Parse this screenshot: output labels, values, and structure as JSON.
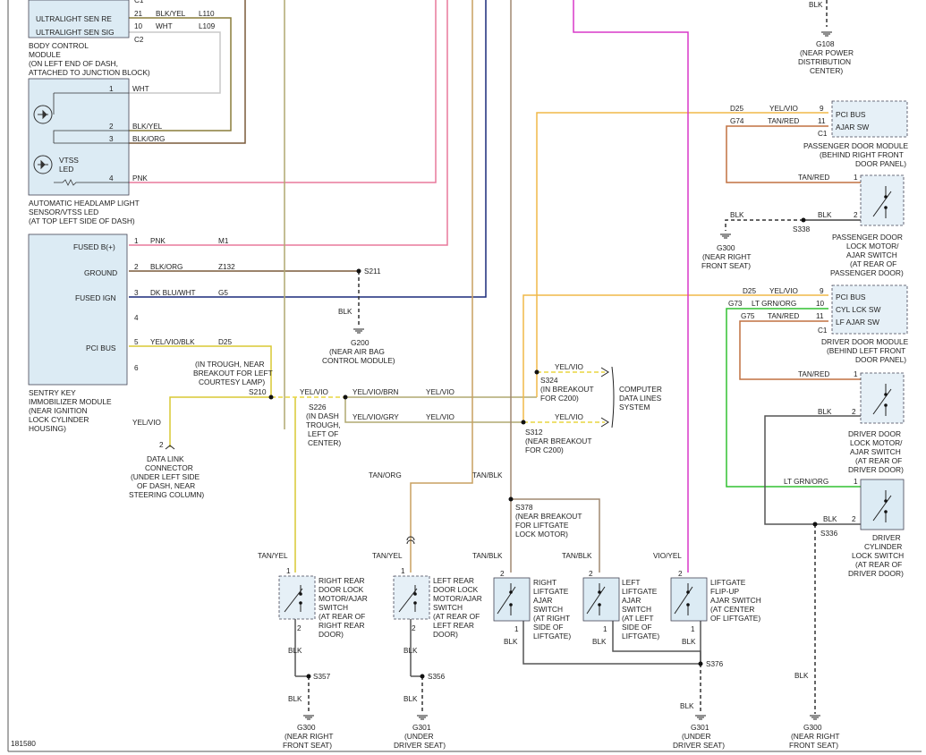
{
  "bcm": {
    "rows": [
      "ULTRALIGHT SEN RE",
      "ULTRALIGHT SEN SIG"
    ],
    "conn": [
      "C1",
      "C2"
    ],
    "pins": [
      "21",
      "10"
    ],
    "wires": [
      "BLK/YEL",
      "WHT"
    ],
    "circuits": [
      "L110",
      "L109"
    ],
    "title": [
      "BODY CONTROL",
      "MODULE",
      "(ON LEFT END OF DASH,",
      "ATTACHED TO JUNCTION BLOCK)"
    ]
  },
  "sensor": {
    "vtss": [
      "VTSS",
      "LED"
    ],
    "pins": [
      "1",
      "2",
      "3",
      "4"
    ],
    "wires": [
      "WHT",
      "BLK/YEL",
      "BLK/ORG",
      "PNK"
    ],
    "title": [
      "AUTOMATIC HEADLAMP LIGHT",
      "SENSOR/VTSS LED",
      "(AT TOP LEFT SIDE OF DASH)"
    ]
  },
  "skim": {
    "labels": [
      "FUSED B(+)",
      "GROUND",
      "FUSED IGN",
      "PCI BUS"
    ],
    "pins": [
      "1",
      "2",
      "3",
      "4",
      "5",
      "6"
    ],
    "wires": [
      "PNK",
      "BLK/ORG",
      "DK BLU/WHT",
      "YEL/VIO/BLK"
    ],
    "circuits": [
      "M1",
      "Z132",
      "G5",
      "D25"
    ],
    "title": [
      "SENTRY KEY",
      "IMMOBILIZER MODULE",
      "(NEAR IGNITION",
      "LOCK CYLINDER",
      "HOUSING)"
    ]
  },
  "g108": {
    "wire": "BLK",
    "name": "G108",
    "desc": [
      "(NEAR POWER",
      "DISTRIBUTION",
      "CENTER)"
    ]
  },
  "s211": {
    "name": "S211",
    "wire": "BLK",
    "ground": "G200",
    "desc": [
      "(NEAR AIR BAG",
      "CONTROL MODULE)"
    ]
  },
  "s210": {
    "note": [
      "(IN TROUGH, NEAR",
      "BREAKOUT FOR LEFT",
      "COURTESY LAMP)"
    ],
    "name": "S210"
  },
  "dlc": {
    "wire": "YEL/VIO",
    "pin": "2",
    "title": [
      "DATA LINK",
      "CONNECTOR",
      "(UNDER LEFT SIDE",
      "OF DASH, NEAR",
      "STEERING COLUMN)"
    ]
  },
  "s226": {
    "name": "S226",
    "desc": [
      "(IN DASH",
      "TROUGH,",
      "LEFT OF",
      "CENTER)"
    ]
  },
  "bus": {
    "w1": "YEL/VIO",
    "w2": "YEL/VIO/BRN",
    "w3": "YEL/VIO",
    "w4": "YEL/VIO/GRY",
    "w5": "YEL/VIO",
    "w6": "YEL/VIO",
    "w7": "YEL/VIO"
  },
  "s324": {
    "name": "S324",
    "desc": [
      "(IN BREAKOUT",
      "FOR C200)"
    ]
  },
  "s312": {
    "name": "S312",
    "desc": [
      "(NEAR BREAKOUT",
      "FOR C200)"
    ]
  },
  "cdl": [
    "COMPUTER",
    "DATA LINES",
    "SYSTEM"
  ],
  "pdm": {
    "circuits": [
      "D25",
      "G74"
    ],
    "wires": [
      "YEL/VIO",
      "TAN/RED"
    ],
    "pins": [
      "9",
      "11"
    ],
    "rows": [
      "PCI BUS",
      "AJAR SW"
    ],
    "conn": "C1",
    "title": [
      "PASSENGER DOOR MODULE",
      "(BEHIND RIGHT FRONT",
      "DOOR PANEL)"
    ]
  },
  "pdl": {
    "wire1": "TAN/RED",
    "pin1": "1",
    "wire2": "BLK",
    "pin2": "2",
    "wire3": "BLK",
    "splice": "S338",
    "ground": "G300",
    "gdesc": [
      "(NEAR RIGHT",
      "FRONT SEAT)"
    ],
    "title": [
      "PASSENGER DOOR",
      "LOCK MOTOR/",
      "AJAR SWITCH",
      "(AT REAR OF",
      "PASSENGER DOOR)"
    ]
  },
  "ddm": {
    "circuits": [
      "D25",
      "G73",
      "G75"
    ],
    "wires": [
      "YEL/VIO",
      "LT GRN/ORG",
      "TAN/RED"
    ],
    "pins": [
      "9",
      "10",
      "11"
    ],
    "rows": [
      "PCI BUS",
      "CYL LCK SW",
      "LF AJAR SW"
    ],
    "conn": "C1",
    "title": [
      "DRIVER DOOR MODULE",
      "(BEHIND LEFT FRONT",
      "DOOR PANEL)"
    ]
  },
  "ddl": {
    "wire1": "TAN/RED",
    "pin1": "1",
    "wire2": "BLK",
    "pin2": "2",
    "title": [
      "DRIVER DOOR",
      "LOCK MOTOR/",
      "AJAR SWITCH",
      "(AT REAR OF",
      "DRIVER DOOR)"
    ]
  },
  "dcl": {
    "wire1": "LT GRN/ORG",
    "pin1": "1",
    "wire2": "BLK",
    "pin2": "2",
    "splice": "S336",
    "title": [
      "DRIVER",
      "CYLINDER",
      "LOCK SWITCH",
      "(AT REAR OF",
      "DRIVER DOOR)"
    ],
    "wire3": "BLK",
    "ground": "G300",
    "gdesc": [
      "(NEAR RIGHT",
      "FRONT SEAT)"
    ]
  },
  "s378": {
    "name": "S378",
    "desc": [
      "(NEAR BREAKOUT",
      "FOR LIFTGATE",
      "LOCK MOTOR)"
    ]
  },
  "vert": {
    "tanorg": "TAN/ORG",
    "tanblk": "TAN/BLK"
  },
  "rr": {
    "wire": "TAN/YEL",
    "pin1": "1",
    "pin2": "2",
    "title": [
      "RIGHT REAR",
      "DOOR LOCK",
      "MOTOR/AJAR",
      "SWITCH",
      "(AT REAR OF",
      "RIGHT REAR",
      "DOOR)"
    ],
    "w2": "BLK",
    "splice": "S357",
    "w3": "BLK",
    "ground": "G300",
    "gdesc": [
      "(NEAR RIGHT",
      "FRONT SEAT)"
    ]
  },
  "lr": {
    "wire": "TAN/YEL",
    "pin1": "1",
    "pin2": "2",
    "title": [
      "LEFT REAR",
      "DOOR LOCK",
      "MOTOR/AJAR",
      "SWITCH",
      "(AT REAR OF",
      "LEFT REAR",
      "DOOR)"
    ],
    "w2": "BLK",
    "splice": "S356",
    "w3": "BLK",
    "ground": "G301",
    "gdesc": [
      "(UNDER",
      "DRIVER SEAT)"
    ]
  },
  "rl": {
    "wire": "TAN/BLK",
    "pin1": "2",
    "pin2": "1",
    "w2": "BLK",
    "title": [
      "RIGHT",
      "LIFTGATE",
      "AJAR",
      "SWITCH",
      "(AT RIGHT",
      "SIDE OF",
      "LIFTGATE)"
    ]
  },
  "ll": {
    "wire": "TAN/BLK",
    "pin1": "2",
    "pin2": "1",
    "w2": "BLK",
    "title": [
      "LEFT",
      "LIFTGATE",
      "AJAR",
      "SWITCH",
      "(AT LEFT",
      "SIDE OF",
      "LIFTGATE)"
    ]
  },
  "lf": {
    "wire": "VIO/YEL",
    "pin1": "2",
    "pin2": "1",
    "w2": "BLK",
    "title": [
      "LIFTGATE",
      "FLIP-UP",
      "AJAR SWITCH",
      "(AT CENTER",
      "OF LIFTGATE)"
    ]
  },
  "s376": {
    "name": "S376",
    "wire": "BLK",
    "ground": "G301",
    "gdesc": [
      "(UNDER",
      "DRIVER SEAT)"
    ]
  },
  "figno": "181580"
}
